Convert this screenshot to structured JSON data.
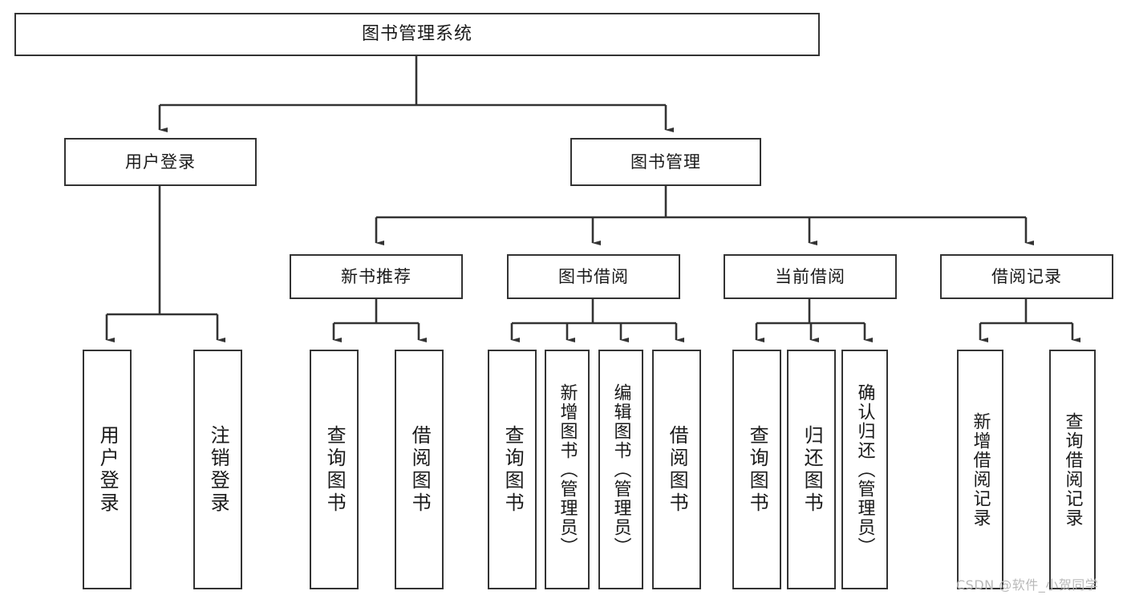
{
  "diagram": {
    "title": "图书管理系统",
    "type": "tree",
    "background_color": "#ffffff",
    "box_border_color": "#333333",
    "text_color": "#1a1a1a",
    "connector_color": "#333333"
  },
  "nodes": {
    "root": {
      "label": "图书管理系统"
    },
    "level1": [
      {
        "label": "用户登录"
      },
      {
        "label": "图书管理"
      }
    ],
    "level2": [
      {
        "label": "新书推荐"
      },
      {
        "label": "图书借阅"
      },
      {
        "label": "当前借阅"
      },
      {
        "label": "借阅记录"
      }
    ],
    "leaves": {
      "user_login": [
        {
          "label": "用户登录"
        },
        {
          "label": "注销登录"
        }
      ],
      "new_book_recommend": [
        {
          "label": "查询图书"
        },
        {
          "label": "借阅图书"
        }
      ],
      "book_borrow": [
        {
          "label": "查询图书"
        },
        {
          "label": "新增图书（管理员）"
        },
        {
          "label": "编辑图书（管理员）"
        },
        {
          "label": "借阅图书"
        }
      ],
      "current_borrow": [
        {
          "label": "查询图书"
        },
        {
          "label": "归还图书"
        },
        {
          "label": "确认归还（管理员）"
        }
      ],
      "borrow_record": [
        {
          "label": "新增借阅记录"
        },
        {
          "label": "查询借阅记录"
        }
      ]
    }
  },
  "watermark": {
    "text": "CSDN @软件_小贺同学"
  }
}
